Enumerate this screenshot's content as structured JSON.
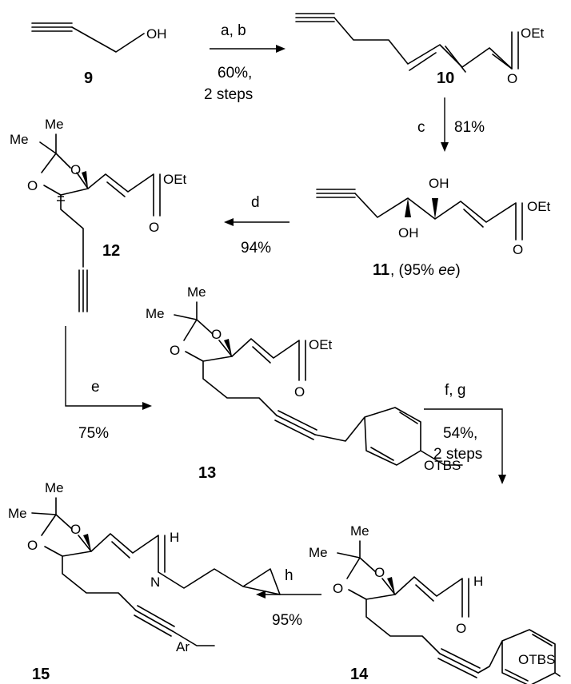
{
  "scheme": {
    "compound_9": {
      "number": "9",
      "label_oh": "OH"
    },
    "compound_10": {
      "number": "10",
      "label_oet": "OEt",
      "label_o": "O"
    },
    "compound_11": {
      "number": "11",
      "suffix_prefix": ", (95% ",
      "suffix_italic": "ee",
      "suffix_end": ")",
      "label_oh_top": "OH",
      "label_oh_bottom": "OH",
      "label_oet": "OEt",
      "label_o": "O"
    },
    "compound_12": {
      "number": "12",
      "label_me1": "Me",
      "label_me2": "Me",
      "label_o_ring1": "O",
      "label_o_ring2": "O",
      "label_oet": "OEt",
      "label_o": "O"
    },
    "compound_13": {
      "number": "13",
      "label_me1": "Me",
      "label_me2": "Me",
      "label_o_ring1": "O",
      "label_o_ring2": "O",
      "label_oet": "OEt",
      "label_o": "O",
      "label_otbs": "OTBS"
    },
    "compound_14": {
      "number": "14",
      "label_me1": "Me",
      "label_me2": "Me",
      "label_o_ring1": "O",
      "label_o_ring2": "O",
      "label_h": "H",
      "label_o": "O",
      "label_otbs": "OTBS"
    },
    "compound_15": {
      "number": "15",
      "label_me1": "Me",
      "label_me2": "Me",
      "label_o_ring1": "O",
      "label_o_ring2": "O",
      "label_h": "H",
      "label_n": "N",
      "label_ar": "Ar"
    },
    "step_ab": {
      "reagents": "a, b",
      "yield": "60%,",
      "note": "2 steps"
    },
    "step_c": {
      "reagents": "c",
      "yield": "81%"
    },
    "step_d": {
      "reagents": "d",
      "yield": "94%"
    },
    "step_e": {
      "reagents": "e",
      "yield": "75%"
    },
    "step_fg": {
      "reagents": "f, g",
      "yield": "54%,",
      "note": "2 steps"
    },
    "step_h": {
      "reagents": "h",
      "yield": "95%"
    }
  }
}
